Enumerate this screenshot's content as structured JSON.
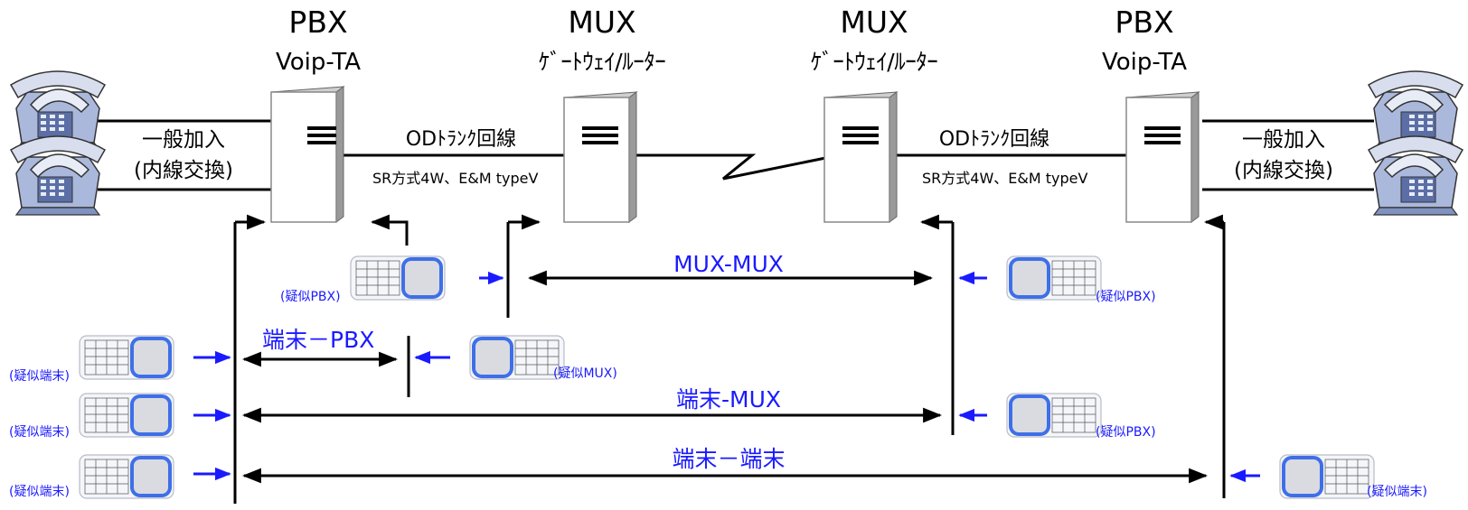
{
  "nodes": {
    "left_pbx": {
      "title": "PBX",
      "subtitle": "Voip-TA"
    },
    "left_mux": {
      "title": "MUX",
      "subtitle": "ｹﾞｰﾄｳｪｲ/ﾙｰﾀｰ"
    },
    "right_mux": {
      "title": "MUX",
      "subtitle": "ｹﾞｰﾄｳｪｲ/ﾙｰﾀｰ"
    },
    "right_pbx": {
      "title": "PBX",
      "subtitle": "Voip-TA"
    }
  },
  "links": {
    "left_extension": {
      "line1": "一般加入",
      "line2": "(内線交換)"
    },
    "left_trunk": {
      "name": "ODﾄﾗﾝｸ回線",
      "spec": "SR方式4W、E&M typeⅤ"
    },
    "right_trunk": {
      "name": "ODﾄﾗﾝｸ回線",
      "spec": "SR方式4W、E&M typeⅤ"
    },
    "right_extension": {
      "line1": "一般加入",
      "line2": "(内線交換)"
    }
  },
  "tests": {
    "mux_mux": "MUX-MUX",
    "terminal_pbx": "端末－PBX",
    "terminal_mux": "端末-MUX",
    "terminal_terminal": "端末－端末"
  },
  "testers": {
    "pseudo_pbx_top_left": "(疑似PBX)",
    "pseudo_pbx_top_right": "(疑似PBX)",
    "pseudo_terminal_1": "(疑似端末)",
    "pseudo_mux": "(疑似MUX)",
    "pseudo_terminal_2": "(疑似端末)",
    "pseudo_pbx_mid_right": "(疑似PBX)",
    "pseudo_terminal_3": "(疑似端末)",
    "pseudo_terminal_right": "(疑似端末)"
  },
  "colors": {
    "test_blue": "#1a1aff",
    "tester_border": "#3f6fe8",
    "tester_screen": "#d9dbe0",
    "phone_blue": "#aab8dc",
    "box_face": "#ffffff",
    "box_side": "#9a9a9a"
  }
}
